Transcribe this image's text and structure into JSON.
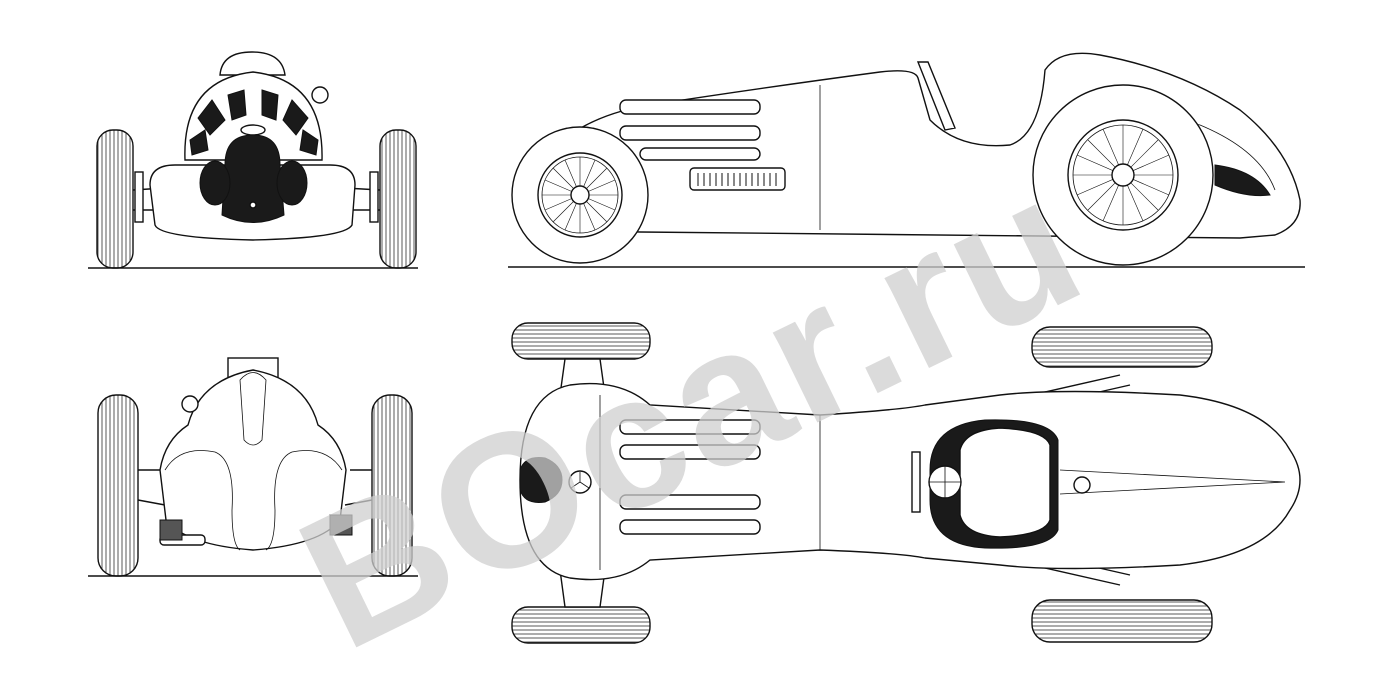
{
  "title": "",
  "views": [
    "front",
    "side",
    "rear",
    "top"
  ],
  "watermark": {
    "text": "BOcar.ru",
    "color": "#cfcfcf",
    "opacity": 0.75
  },
  "colors": {
    "line": "#111111",
    "paper": "#ffffff"
  }
}
